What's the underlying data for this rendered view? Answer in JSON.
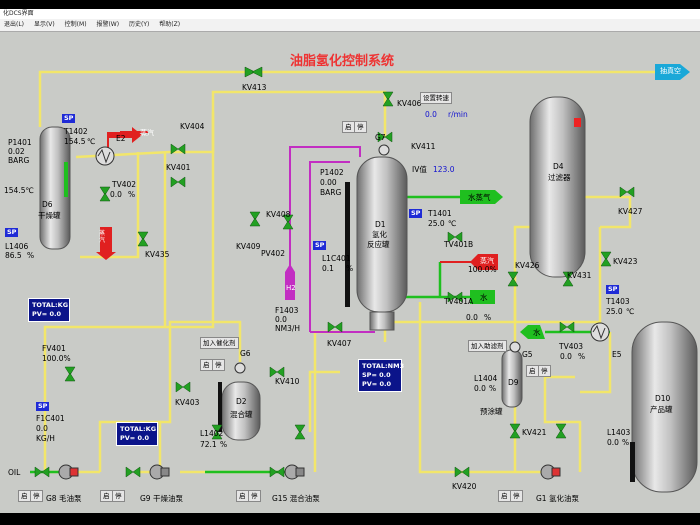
{
  "window": {
    "title": "化DCS界面"
  },
  "menu": [
    "退出(L)",
    "显示(V)",
    "控制(M)",
    "报警(W)",
    "历史(Y)",
    "帮助(Z)"
  ],
  "main_title": "油脂氢化控制系统",
  "exit_arrow": "抽真空",
  "labels": {
    "kv413": "KV413",
    "kv406": "KV406",
    "kv404": "KV404",
    "kv401": "KV401",
    "kv411": "KV411",
    "kv408": "KV408",
    "kv409": "KV409",
    "kv435": "KV435",
    "kv407": "KV407",
    "kv403": "KV403",
    "kv410": "KV410",
    "kv427": "KV427",
    "kv426": "KV426",
    "kv431": "KV431",
    "kv423": "KV423",
    "kv421": "KV421",
    "kv420": "KV420",
    "tv402": "TV402",
    "tv401a": "TV401A",
    "tv401b": "TV401B",
    "tv403": "TV403",
    "pv402": "PV402",
    "fv401": "FV401",
    "g7": "G7",
    "g6": "G6",
    "g5": "G5",
    "e2": "E2",
    "e5": "E5"
  },
  "p1401": {
    "tag": "P1401",
    "value": "0.02",
    "unit": "BARG"
  },
  "t1402": {
    "tag": "T1402",
    "value": "154.5",
    "unit": "℃"
  },
  "d6": {
    "tag": "D6",
    "name": "干燥罐",
    "temp": "154.5℃"
  },
  "l1406": {
    "tag": "L1406",
    "value": "86.5",
    "unit": "%"
  },
  "tv402": {
    "value": "0.0",
    "unit": "%"
  },
  "steam1": "蒸汽",
  "steam2": "蒸汽",
  "steam3": "蒸汽",
  "cond_steam": "水蒸气",
  "water1": "水",
  "water2": "水",
  "h2": "H2",
  "p1402": {
    "tag": "P1402",
    "value": "0.00",
    "unit": "BARG"
  },
  "f1403": {
    "tag": "F1403",
    "value": "0.0",
    "unit": "NM3/H"
  },
  "l1c401": {
    "tag": "L1C401",
    "value": "0.1",
    "unit": "%"
  },
  "d1": {
    "tag": "D1",
    "name1": "氢化",
    "name2": "反应罐"
  },
  "iv": {
    "label": "IV值",
    "value": "123.0"
  },
  "speed": {
    "btn": "设置转速",
    "value": "0.0",
    "unit": "r/min"
  },
  "t1401": {
    "tag": "T1401",
    "value": "25.0",
    "unit": "℃"
  },
  "tv401b": {
    "value": "100.0%"
  },
  "tv401a": {
    "value": "0.0",
    "unit": "%"
  },
  "d4": {
    "tag": "D4",
    "name": "过滤器"
  },
  "t1403": {
    "tag": "T1403",
    "value": "25.0",
    "unit": "℃"
  },
  "tv403": {
    "value": "0.0",
    "unit": "%"
  },
  "d10": {
    "tag": "D10",
    "name": "产品罐"
  },
  "l1403": {
    "tag": "L1403",
    "value": "0.0",
    "unit": "%"
  },
  "d9": {
    "tag": "D9",
    "name": "预涂罐"
  },
  "l1404": {
    "tag": "L1404",
    "value": "0.0",
    "unit": "%"
  },
  "d2": {
    "tag": "D2",
    "name": "混合罐"
  },
  "l1402": {
    "tag": "L1402",
    "value": "72.1",
    "unit": "%"
  },
  "fv401": {
    "value": "100.0%"
  },
  "f1c401": {
    "tag": "F1C401",
    "value": "0.0",
    "unit": "KG/H"
  },
  "oil": "OIL",
  "pumps": {
    "g8": "G8 毛油泵",
    "g9": "G9 干燥油泵",
    "g15": "G15 混合油泵",
    "g1": "G1 氢化油泵"
  },
  "buttons": {
    "start": "启",
    "stop": "停",
    "add_catalyst": "加入催化剂",
    "add_aid": "加入助滤剂",
    "sp": "SP"
  },
  "panels": {
    "total_kg1": {
      "title": "TOTAL:KG",
      "line": "PV=  0.0"
    },
    "total_kg2": {
      "title": "TOTAL:KG",
      "line": "PV=  0.0"
    },
    "total_nm3": {
      "title": "TOTAL:NM3",
      "line1": "SP=  0.0",
      "line2": "PV=  0.0"
    }
  }
}
